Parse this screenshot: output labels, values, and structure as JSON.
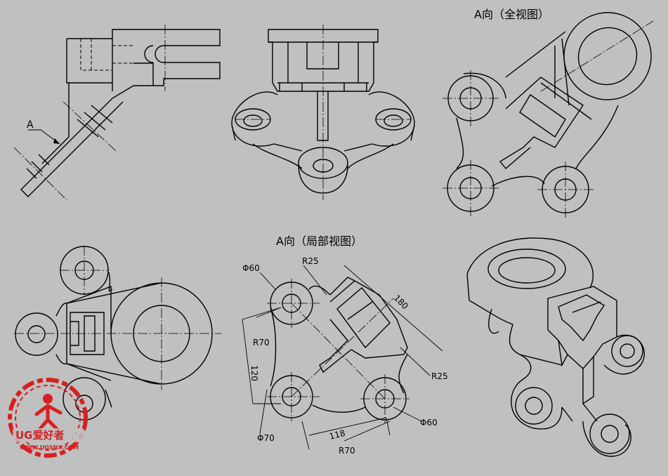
{
  "views": {
    "full_view_title": "A向（全视图）",
    "partial_view_title": "A向（局部视图）",
    "side_view_marker": "A"
  },
  "dimensions": {
    "dia60_top": "Φ60",
    "r25_top": "R25",
    "d180": "180",
    "r70_left": "R70",
    "d120": "120",
    "r25_right": "R25",
    "dia60_bottom": "Φ60",
    "dia70": "Φ70",
    "d118": "118",
    "r70_bottom": "R70"
  },
  "watermark": {
    "brand": "UG爱好者",
    "url": "WWW.UGSNX.COM"
  },
  "colors": {
    "background": "#c0c0c0",
    "line": "#000000",
    "watermark": "#d62020"
  }
}
